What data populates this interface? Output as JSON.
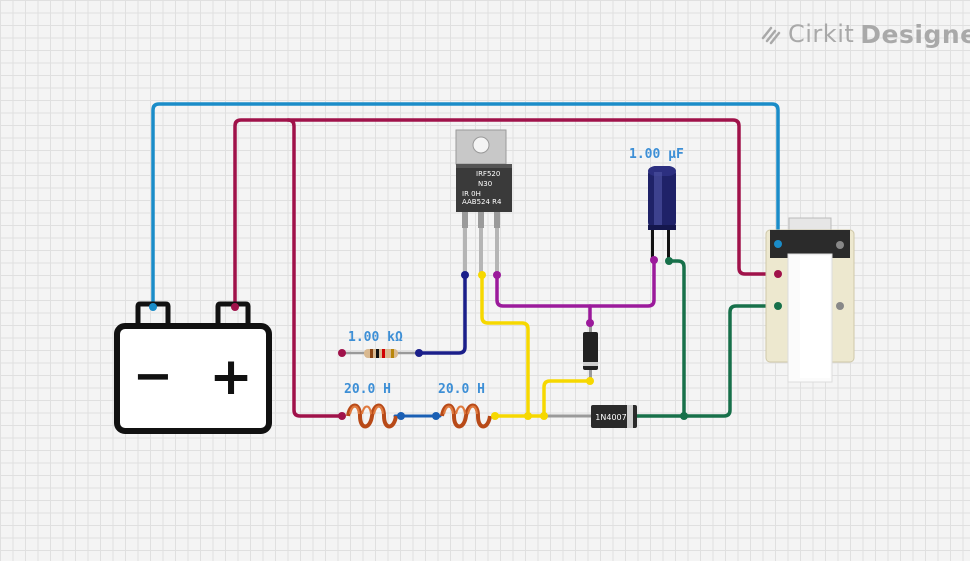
{
  "brand": {
    "name_light": "Cirkit",
    "name_bold": "Designer"
  },
  "components": {
    "resistor": {
      "value_label": "1.00 kΩ"
    },
    "inductor_left": {
      "value_label": "20.0 H"
    },
    "inductor_right": {
      "value_label": "20.0 H"
    },
    "capacitor": {
      "value_label": "1.00 µF"
    },
    "diode": {
      "part_label": "1N4007"
    },
    "battery": {
      "minus_symbol": "−",
      "plus_symbol": "+"
    }
  },
  "colors": {
    "wire_blue": "#1a8cc8",
    "wire_crimson": "#a0124a",
    "wire_navy": "#1b1f8a",
    "wire_yellow": "#f6d800",
    "wire_magenta": "#9b1a9b",
    "wire_green": "#17704a",
    "label": "#3d8fd6"
  }
}
